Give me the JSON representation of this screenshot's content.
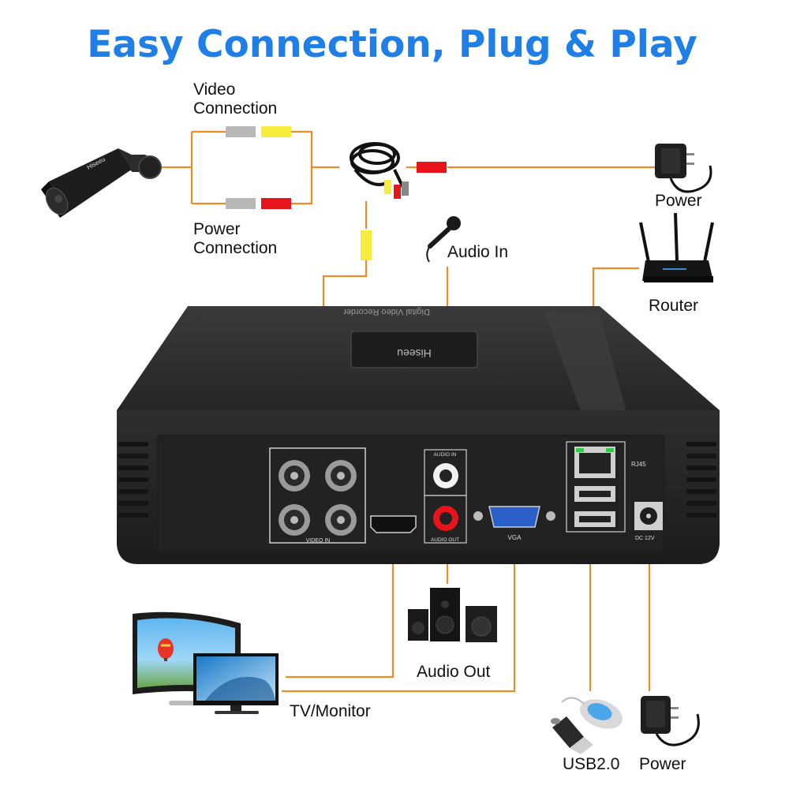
{
  "title": "Easy Connection, Plug & Play",
  "labels": {
    "video_connection_1": "Video",
    "video_connection_2": "Connection",
    "power_connection_1": "Power",
    "power_connection_2": "Connection",
    "power_top": "Power",
    "audio_in": "Audio In",
    "router": "Router",
    "audio_out": "Audio Out",
    "tv_monitor": "TV/Monitor",
    "usb": "USB2.0",
    "power_bottom": "Power"
  },
  "device": {
    "brand": "Hiseeu",
    "subtitle": "Digital Video Recorder",
    "ports": {
      "video_in": "VIDEO IN",
      "audio_in": "AUDIO IN",
      "audio_out": "AUDIO OUT",
      "vga": "VGA",
      "rj45": "RJ45",
      "dc": "DC 12V"
    }
  },
  "colors": {
    "title": "#1f7fe6",
    "wire": "#f08a24",
    "video_plug": "#f7ec3c",
    "power_plug": "#e8141b",
    "grey_plug": "#b8b8b8",
    "dvr_body": "#2b2b2b"
  }
}
